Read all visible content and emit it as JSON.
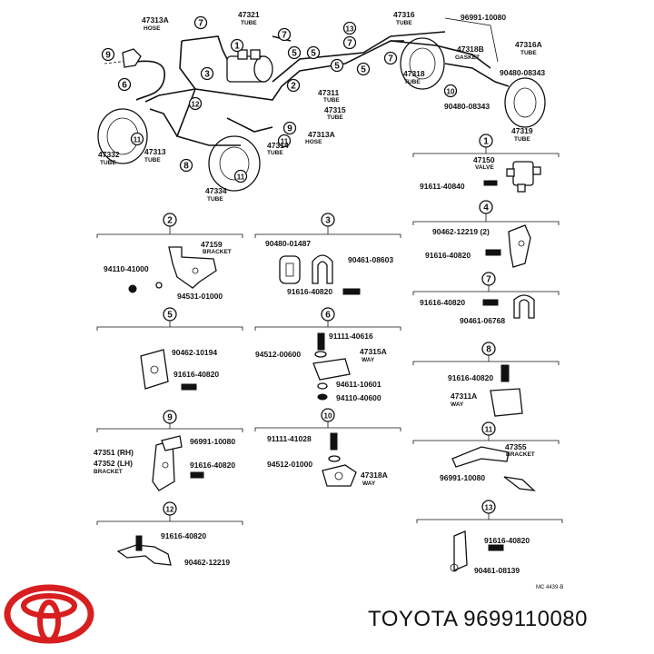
{
  "footer": {
    "title": "TOYOTA 9699110080"
  },
  "drawing_code": "MC 4439-B",
  "overview": {
    "callouts": [
      {
        "key": "47313A",
        "sub": "HOSE"
      },
      {
        "key": "47321",
        "sub": "TUBE"
      },
      {
        "key": "47316",
        "sub": "TUBE"
      },
      {
        "key": "96991-10080",
        "sub": ""
      },
      {
        "key": "47316A",
        "sub": "TUBE"
      },
      {
        "key": "47318B",
        "sub": "GASKET"
      },
      {
        "key": "90480-08343",
        "sub": ""
      },
      {
        "key": "47318",
        "sub": "TUBE"
      },
      {
        "key": "90480-08343",
        "sub": ""
      },
      {
        "key": "47319",
        "sub": "TUBE"
      },
      {
        "key": "47311",
        "sub": "TUBE"
      },
      {
        "key": "47315",
        "sub": "TUBE"
      },
      {
        "key": "47313A",
        "sub": "HOSE"
      },
      {
        "key": "47314",
        "sub": "TUBE"
      },
      {
        "key": "47332",
        "sub": "TUBE"
      },
      {
        "key": "47313",
        "sub": "TUBE"
      },
      {
        "key": "47334",
        "sub": "TUBE"
      }
    ],
    "circle_numbers": [
      "7",
      "1",
      "7",
      "5",
      "5",
      "13",
      "7",
      "7",
      "9",
      "6",
      "3",
      "2",
      "12",
      "10",
      "11",
      "9",
      "11",
      "8",
      "11",
      "7",
      "5",
      "5"
    ]
  },
  "sections": [
    {
      "num": "1",
      "parts": [
        {
          "key": "47150",
          "sub": "VALVE"
        },
        {
          "key": "91611-40840",
          "sub": ""
        }
      ]
    },
    {
      "num": "2",
      "parts": [
        {
          "key": "47159",
          "sub": "BRACKET"
        },
        {
          "key": "94110-41000",
          "sub": ""
        },
        {
          "key": "94531-01000",
          "sub": ""
        }
      ]
    },
    {
      "num": "3",
      "parts": [
        {
          "key": "90480-01487",
          "sub": ""
        },
        {
          "key": "90461-08603",
          "sub": ""
        },
        {
          "key": "91616-40820",
          "sub": ""
        }
      ]
    },
    {
      "num": "4",
      "parts": [
        {
          "key": "90462-12219 (2)",
          "sub": ""
        },
        {
          "key": "91616-40820",
          "sub": ""
        }
      ]
    },
    {
      "num": "7",
      "parts": [
        {
          "key": "91616-40820",
          "sub": ""
        },
        {
          "key": "90461-06768",
          "sub": ""
        }
      ]
    },
    {
      "num": "5",
      "parts": [
        {
          "key": "90462-10194",
          "sub": ""
        },
        {
          "key": "91616-40820",
          "sub": ""
        }
      ]
    },
    {
      "num": "6",
      "parts": [
        {
          "key": "91111-40616",
          "sub": ""
        },
        {
          "key": "94512-00600",
          "sub": ""
        },
        {
          "key": "47315A",
          "sub": "WAY"
        },
        {
          "key": "94611-10601",
          "sub": ""
        },
        {
          "key": "94110-40600",
          "sub": ""
        }
      ]
    },
    {
      "num": "8",
      "parts": [
        {
          "key": "91616-40820",
          "sub": ""
        },
        {
          "key": "47311A",
          "sub": "WAY"
        }
      ]
    },
    {
      "num": "9",
      "parts": [
        {
          "key": "96991-10080",
          "sub": ""
        },
        {
          "key": "47351 (RH)",
          "sub": ""
        },
        {
          "key": "47352 (LH)",
          "sub": "BRACKET"
        },
        {
          "key": "91616-40820",
          "sub": ""
        }
      ]
    },
    {
      "num": "10",
      "parts": [
        {
          "key": "91111-41028",
          "sub": ""
        },
        {
          "key": "94512-01000",
          "sub": ""
        },
        {
          "key": "47318A",
          "sub": "WAY"
        }
      ]
    },
    {
      "num": "11",
      "parts": [
        {
          "key": "47355",
          "sub": "BRACKET"
        },
        {
          "key": "96991-10080",
          "sub": ""
        }
      ]
    },
    {
      "num": "12",
      "parts": [
        {
          "key": "91616-40820",
          "sub": ""
        },
        {
          "key": "90462-12219",
          "sub": ""
        }
      ]
    },
    {
      "num": "13",
      "parts": [
        {
          "key": "91616-40820",
          "sub": ""
        },
        {
          "key": "90461-08139",
          "sub": ""
        }
      ]
    }
  ]
}
